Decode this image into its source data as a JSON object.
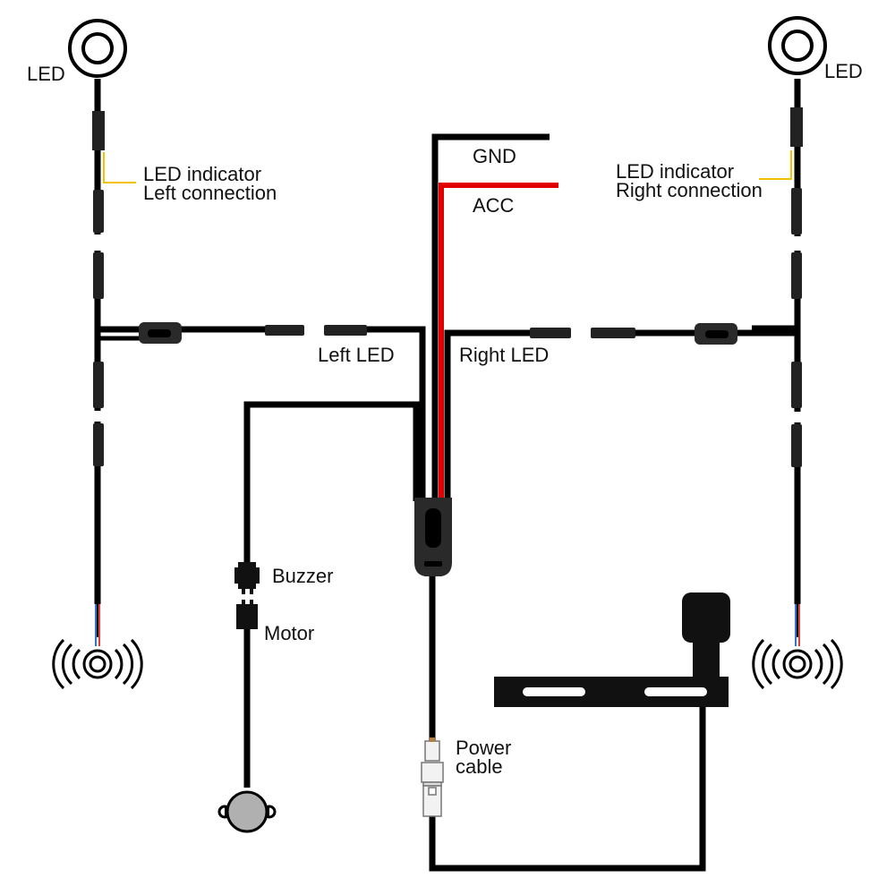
{
  "labels": {
    "led_left": "LED",
    "led_right": "LED",
    "indicator_left_line1": "LED indicator",
    "indicator_left_line2": "Left connection",
    "indicator_right_line1": "LED indicator",
    "indicator_right_line2": "Right connection",
    "gnd": "GND",
    "acc": "ACC",
    "left_led": "Left LED",
    "right_led": "Right LED",
    "buzzer": "Buzzer",
    "motor": "Motor",
    "power_line1": "Power",
    "power_line2": "cable"
  },
  "colors": {
    "wire": "#000000",
    "acc_wire": "#e00000",
    "indicator_callout": "#f2c200",
    "buzzer_disc": "#b0b0b0",
    "connector_body": "#2a2a2a",
    "sensor_wire_blue": "#3a6fd8",
    "sensor_wire_red": "#d84040"
  },
  "icons": [
    "led-ring-icon",
    "parking-sensor-icon",
    "buzzer-icon",
    "control-box-icon",
    "bracket-icon",
    "power-plug-icon"
  ]
}
